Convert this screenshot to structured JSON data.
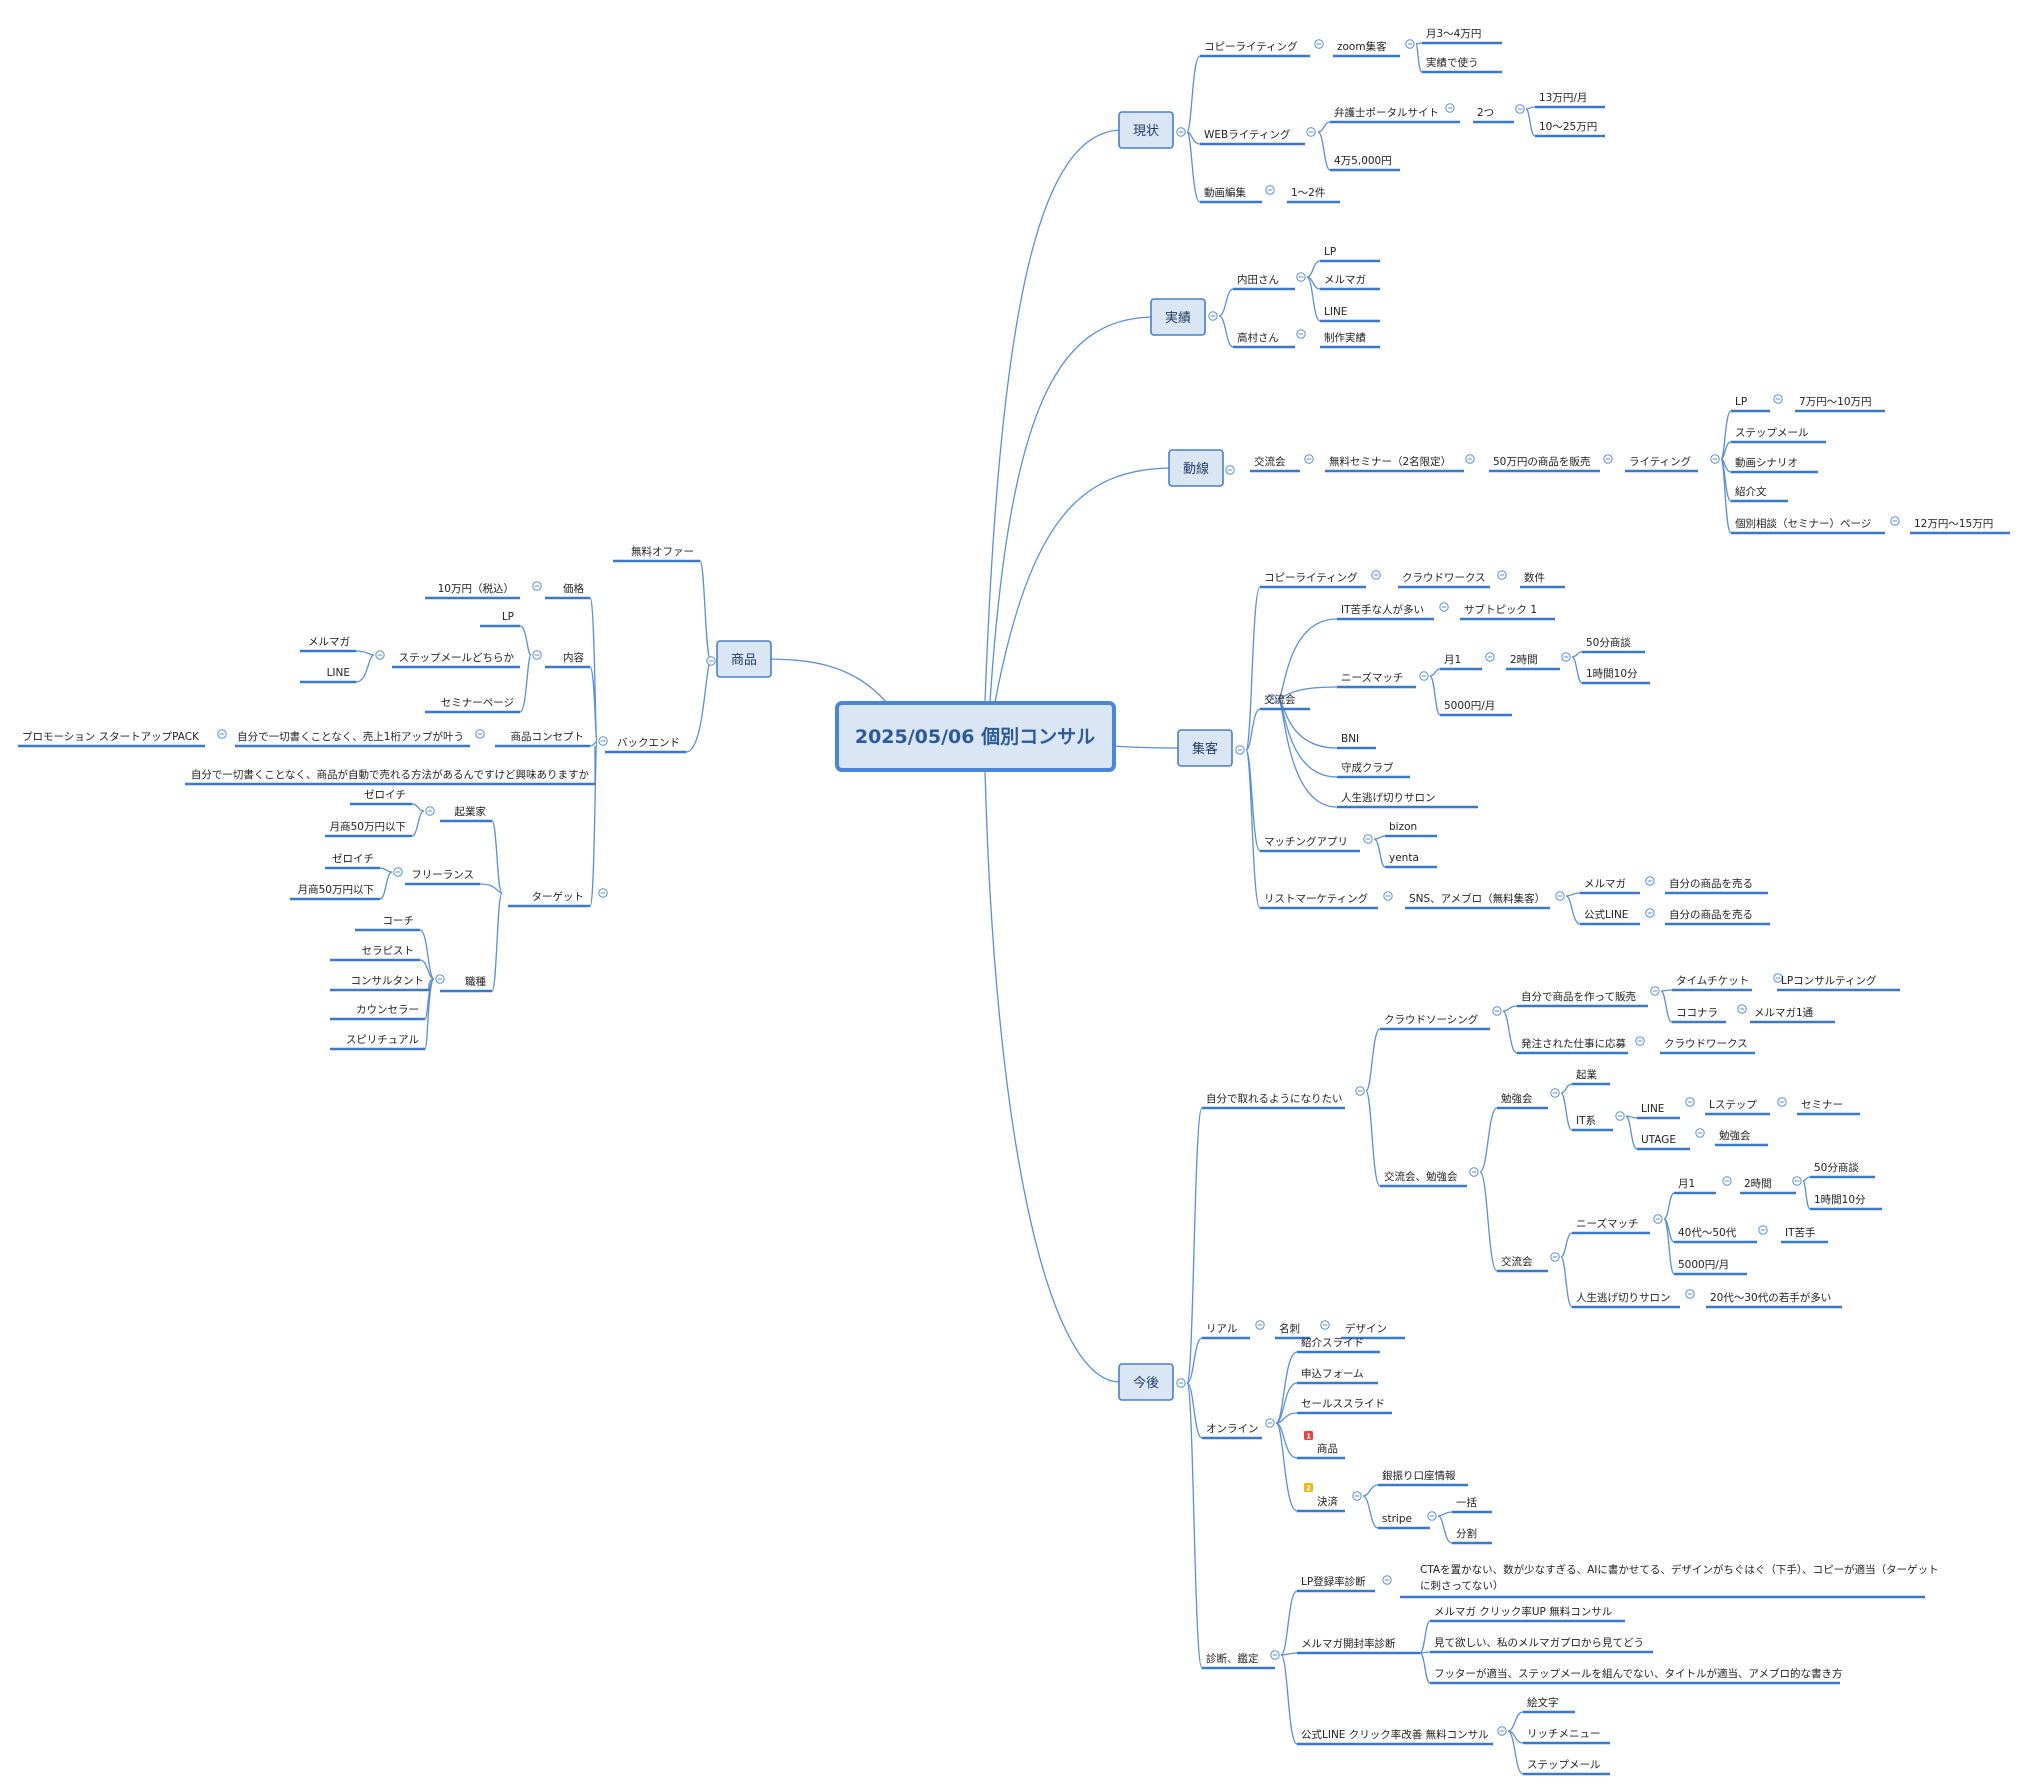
{
  "root": {
    "text": "2025/05/06 個別コンサル"
  },
  "topics": {
    "genjo": "現状",
    "jisseki": "実績",
    "dosen": "動線",
    "shukyaku": "集客",
    "kongo": "今後",
    "shohin": "商品"
  },
  "nodes": {
    "g_copy": "コピーライティング",
    "g_zoom": "zoom集客",
    "g_tsuki34": "月3〜4万円",
    "g_jisseki_tsukau": "実績で使う",
    "g_web": "WEBライティング",
    "g_bengoshi": "弁護士ポータルサイト",
    "g_futatsu": "2つ",
    "g_13man": "13万円/月",
    "g_10_25": "10〜25万円",
    "g_4man": "4万5,000円",
    "g_doga": "動画編集",
    "g_1_2": "1〜2件",
    "j_uchida": "内田さん",
    "j_lp": "LP",
    "j_merumaga": "メルマガ",
    "j_line": "LINE",
    "j_takamura": "高村さん",
    "j_seisaku": "制作実績",
    "d_koryu": "交流会",
    "d_muryo": "無料セミナー（2名限定）",
    "d_50man": "50万円の商品を販売",
    "d_writing": "ライティング",
    "d_lp": "LP",
    "d_7_10": "7万円〜10万円",
    "d_step": "ステップメール",
    "d_scenario": "動画シナリオ",
    "d_shokai": "紹介文",
    "d_kobetsu": "個別相談（セミナー）ページ",
    "d_12_15": "12万円〜15万円",
    "s_copy": "コピーライティング",
    "s_crowd": "クラウドワークス",
    "s_suken": "数件",
    "s_koryu": "交流会",
    "s_it": "IT苦手な人が多い",
    "s_sub": "サブトピック 1",
    "s_needs": "ニーズマッチ",
    "s_tsuki1": "月1",
    "s_2h": "2時間",
    "s_50bun": "50分商談",
    "s_1h10": "1時間10分",
    "s_5000": "5000円/月",
    "s_bni": "BNI",
    "s_shusei": "守成クラブ",
    "s_jinsei": "人生逃げ切りサロン",
    "s_matching": "マッチングアプリ",
    "s_bizon": "bizon",
    "s_yenta": "yenta",
    "s_list": "リストマーケティング",
    "s_sns": "SNS、アメブロ（無料集客）",
    "s_merumaga": "メルマガ",
    "s_jibun1": "自分の商品を売る",
    "s_koshiki": "公式LINE",
    "s_jibun2": "自分の商品を売る",
    "k_jibun": "自分で取れるようになりたい",
    "k_crowd": "クラウドソーシング",
    "k_jibunde": "自分で商品を作って販売",
    "k_time": "タイムチケット",
    "k_lpconsul": "LPコンサルティング",
    "k_coco": "ココナラ",
    "k_meru1": "メルマガ1通",
    "k_hacchu": "発注された仕事に応募",
    "k_cw": "クラウドワークス",
    "k_koryu_benkyo": "交流会、勉強会",
    "k_benkyokai": "勉強会",
    "k_kigyo": "起業",
    "k_itkei": "IT系",
    "k_line": "LINE",
    "k_lstep": "Lステップ",
    "k_seminar": "セミナー",
    "k_utage": "UTAGE",
    "k_benkyokai2": "勉強会",
    "k_koryukai": "交流会",
    "k_needs": "ニーズマッチ",
    "k_tsuki1": "月1",
    "k_2h": "2時間",
    "k_50bun": "50分商談",
    "k_1h10": "1時間10分",
    "k_4050": "40代〜50代",
    "k_itnigate": "IT苦手",
    "k_5000": "5000円/月",
    "k_jinsei": "人生逃げ切りサロン",
    "k_2030": "20代〜30代の若手が多い",
    "k_real": "リアル",
    "k_meishi": "名刺",
    "k_design": "デザイン",
    "k_online": "オンライン",
    "k_shokai": "紹介スライド",
    "k_moushikomi": "申込フォーム",
    "k_sales": "セールススライド",
    "k_shohin": "商品",
    "k_kessai": "決済",
    "k_ginko": "銀振り口座情報",
    "k_stripe": "stripe",
    "k_ikkatsu": "一括",
    "k_bunkatsu": "分割",
    "k_shindan": "診断、鑑定",
    "k_lpshindan": "LP登録率診断",
    "k_cta1": "CTAを置かない、数が少なすぎる、AIに書かせてる、デザインがちぐはぐ（下手）、コピーが適当（ターゲット",
    "k_cta2": "に刺さってない）",
    "k_merushindan": "メルマガ開封率診断",
    "k_meruclick": "メルマガ クリック率UP 無料コンサル",
    "k_mitehoshii": "見て欲しい、私のメルマガプロから見てどう",
    "k_footer": "フッターが適当、ステップメールを組んでない、タイトルが適当、アメブロ的な書き方",
    "k_koshiki": "公式LINE クリック率改善 無料コンサル",
    "k_emoji": "絵文字",
    "k_rich": "リッチメニュー",
    "k_step": "ステップメール",
    "p_muryo": "無料オファー",
    "p_backend": "バックエンド",
    "p_kakaku": "価格",
    "p_10man": "10万円（税込）",
    "p_naiyo": "内容",
    "p_lp": "LP",
    "p_step": "ステップメールどちらか",
    "p_merumaga": "メルマガ",
    "p_line": "LINE",
    "p_seminar": "セミナーページ",
    "p_concept": "商品コンセプト",
    "p_jibun": "自分で一切書くことなく、売上1桁アップが叶う",
    "p_promo": "プロモーション スタートアップPACK",
    "p_jibun2": "自分で一切書くことなく、商品が自動で売れる方法があるんですけど興味ありますか",
    "p_target": "ターゲット",
    "p_kigyoka": "起業家",
    "p_zeroichi1": "ゼロイチ",
    "p_gessho1": "月商50万円以下",
    "p_free": "フリーランス",
    "p_zeroichi2": "ゼロイチ",
    "p_gessho2": "月商50万円以下",
    "p_shokushu": "職種",
    "p_coach": "コーチ",
    "p_therapist": "セラピスト",
    "p_consultant": "コンサルタント",
    "p_counselor": "カウンセラー",
    "p_spiritual": "スピリチュアル"
  },
  "markers": {
    "one": "1",
    "two": "2"
  },
  "colors": {
    "line": "#5b8fd6",
    "underline": "#3a78cc",
    "topic_fill": "#dbe6f4",
    "topic_border": "#4a7fc9",
    "root_text": "#2a5a9a",
    "marker_red": "#e8433f",
    "marker_yellow": "#f2b619"
  }
}
